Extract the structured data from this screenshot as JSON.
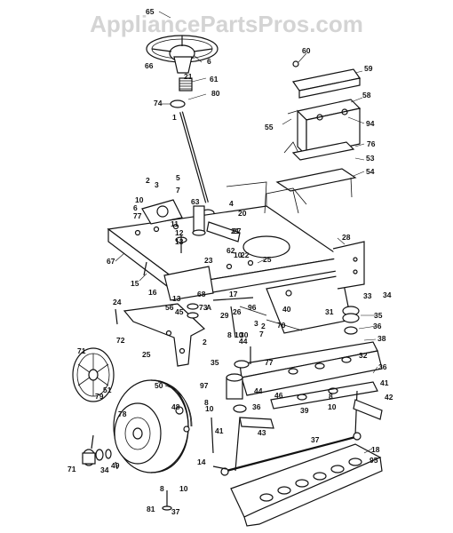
{
  "watermark": "AppliancePartsPros.com",
  "labels": [
    "65",
    "6",
    "21",
    "66",
    "61",
    "80",
    "74",
    "1",
    "60",
    "59",
    "58",
    "55",
    "94",
    "76",
    "53",
    "54",
    "2",
    "5",
    "3",
    "7",
    "10",
    "6",
    "77",
    "63",
    "4",
    "12",
    "20",
    "11",
    "27",
    "13",
    "21",
    "28",
    "67",
    "62",
    "22",
    "23",
    "10",
    "25",
    "15",
    "16",
    "13",
    "68",
    "17",
    "24",
    "56",
    "73",
    "A",
    "45",
    "26",
    "29",
    "96",
    "40",
    "31",
    "33",
    "34",
    "35",
    "36",
    "38",
    "70",
    "3",
    "30",
    "44",
    "7",
    "2",
    "8",
    "10",
    "35",
    "32",
    "36",
    "71",
    "72",
    "25",
    "2",
    "97",
    "44",
    "46",
    "36",
    "77",
    "39",
    "41",
    "42",
    "8",
    "10",
    "50",
    "51",
    "79",
    "78",
    "48",
    "8",
    "10",
    "41",
    "43",
    "49",
    "34",
    "71",
    "37",
    "18",
    "95",
    "14",
    "8",
    "10",
    "81",
    "37"
  ]
}
